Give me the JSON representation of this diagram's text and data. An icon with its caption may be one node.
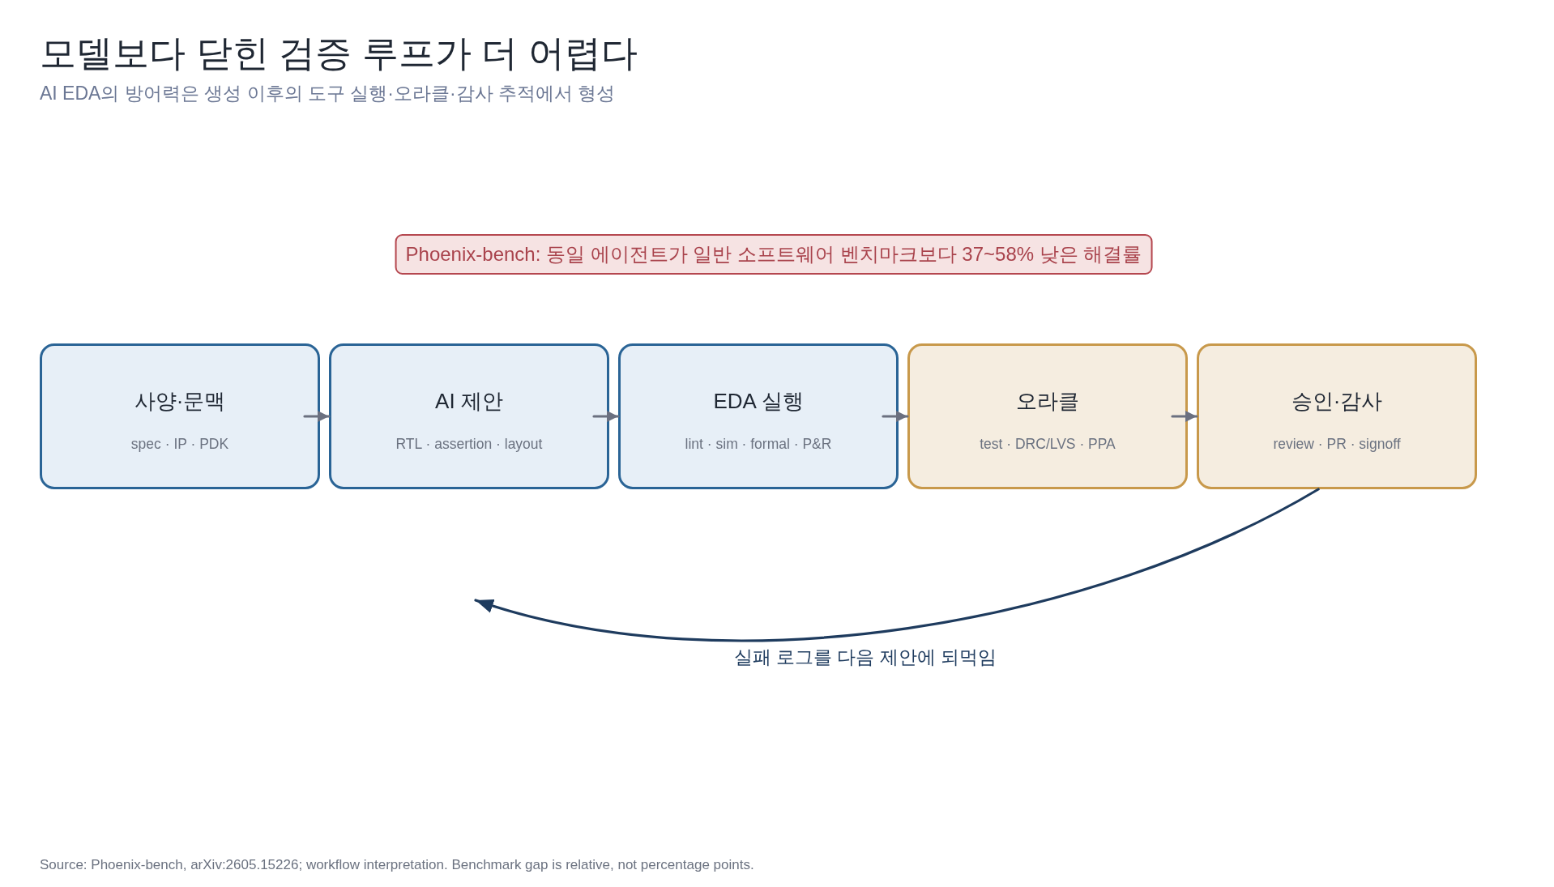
{
  "diagram": {
    "title": "모델보다 닫힌 검증 루프가 더 어렵다",
    "caption": "Source: Phoenix-bench, arXiv:2605.15226; workflow interpretation. Benchmark gap is relative, not percentage points.",
    "nodes": [
      {
        "text": [
          "Phoenix-bench: 동일 에이전트가 일반 소프트웨어 벤치마크보다 37~58% 낮은 해결률"
        ]
      },
      {
        "text": [
          "사양·문맥",
          "spec · IP · PDK"
        ]
      },
      {
        "text": [
          "AI 제안",
          "RTL · assertion · layout"
        ]
      },
      {
        "text": [
          "EDA 실행",
          "lint · sim · formal · P&R"
        ]
      },
      {
        "text": [
          "오라클",
          "test · DRC/LVS · PPA"
        ]
      },
      {
        "text": [
          "승인·감사",
          "review · PR · signoff"
        ]
      }
    ],
    "edges": [
      {
        "from": 1,
        "to": 2,
        "arrow": "to"
      },
      {
        "from": 2,
        "to": 3,
        "arrow": "to"
      },
      {
        "from": 3,
        "to": 4,
        "arrow": "to"
      },
      {
        "from": 4,
        "to": 5,
        "arrow": "to"
      },
      {
        "from": 5,
        "to": null,
        "arrow": "to",
        "label": "실패 로그를 다음 제안에 되먹임",
        "color": "#1e3b5e"
      }
    ],
    "labels": [
      "AI EDA의 방어력은 생성 이후의 도구 실행·오라클·감사 추적에서 형성"
    ]
  }
}
